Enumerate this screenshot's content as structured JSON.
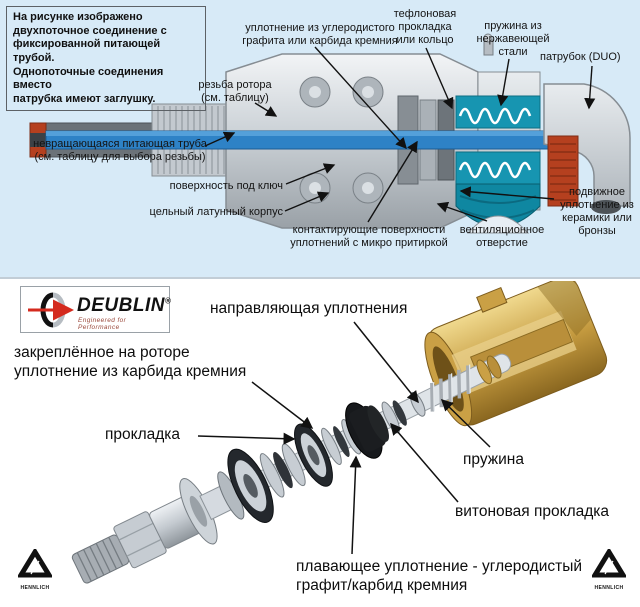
{
  "top_panel": {
    "bg_color": "#d7eaf7",
    "info_box": "На рисунке изображено\nдвухпоточное соединение с\nфиксированной питающей трубой.\nОднопоточные соединения вместо\nпатрубка имеют заглушку.",
    "labels": {
      "carbon_seal": "уплотнение из углеродистого\nграфита или карбида кремния",
      "teflon_gasket": "тефлоновая\nпрокладка\nили кольцо",
      "steel_spring": "пружина из\nнержавеющей\nстали",
      "nipple_duo": "патрубок (DUO)",
      "rotor_thread": "резьба ротора\n(см. таблицу)",
      "feed_tube": "невращающаяся питающая труба\n(см. таблицу для выбора резьбы)",
      "wrench_flat": "поверхность под ключ",
      "brass_body": "цельный латунный корпус",
      "contact_surfaces": "контактирующие поверхности\nуплотнений с микро притиркой",
      "vent_hole": "вентиляционное\nотверстие",
      "movable_seal": "подвижное\nуплотнение из\nкерамики или\nбронзы"
    }
  },
  "bottom_panel": {
    "bg_color": "#ffffff",
    "brand": {
      "name": "DEUBLIN",
      "reg": "®",
      "tagline": "Engineered for Performance"
    },
    "labels": {
      "seal_guide": "направляющая уплотнения",
      "rotor_seal": "закреплённое на роторе\nуплотнение из карбида кремния",
      "gasket": "прокладка",
      "spring": "пружина",
      "viton_gasket": "витоновая прокладка",
      "floating_seal": "плавающее уплотнение - углеродистый\nграфит/карбид кремния"
    },
    "watermark": "HENNLICH"
  },
  "colors": {
    "panel_blue": "#d7eaf7",
    "pipe_blue": "#2e82c6",
    "teal": "#1795b1",
    "red_accent": "#b5401f",
    "brass": "#c9a14d",
    "metal_light": "#e9edf0",
    "metal_dark": "#8d949a",
    "text": "#141414",
    "brand_red": "#d42a1e"
  }
}
